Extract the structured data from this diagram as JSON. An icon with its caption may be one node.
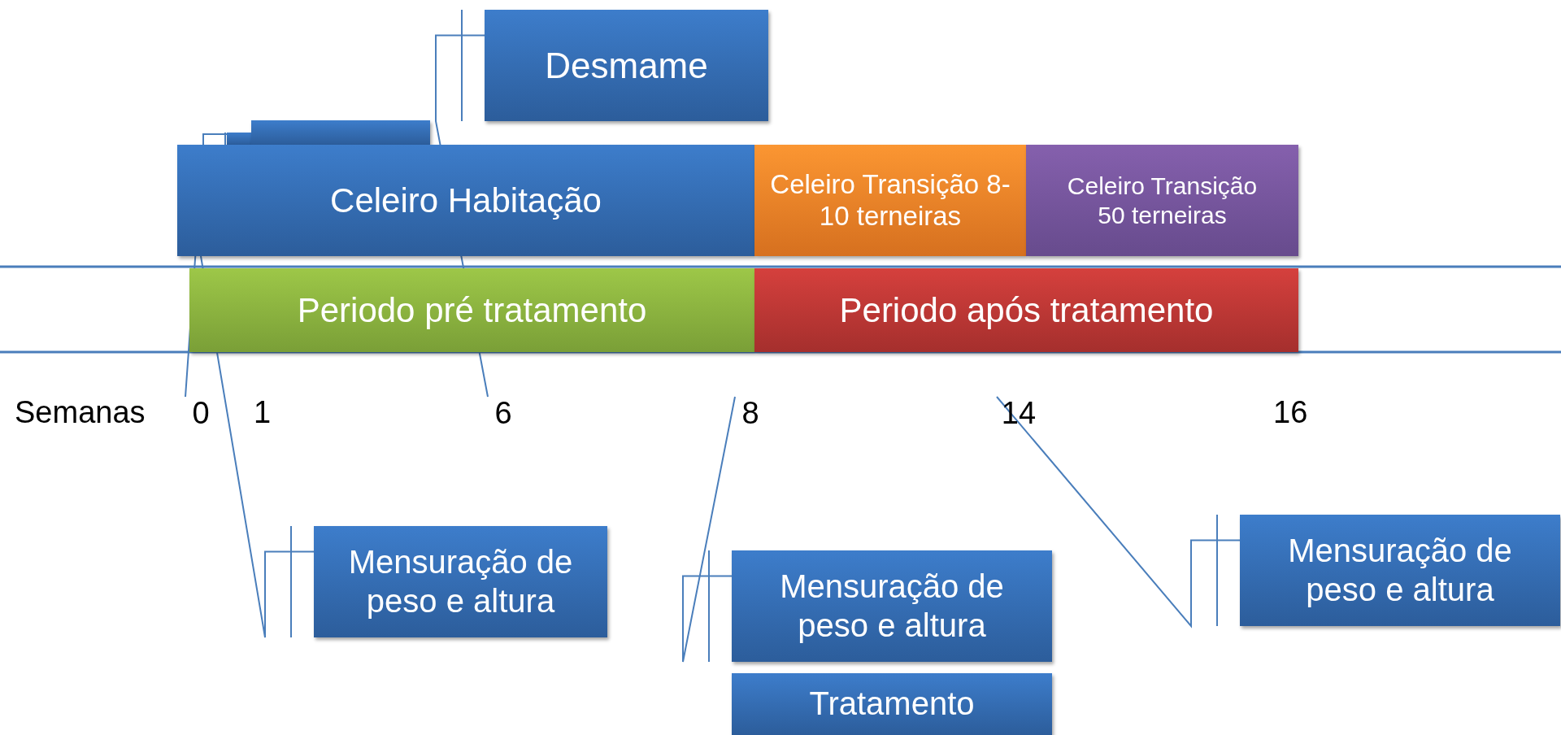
{
  "diagram": {
    "nodes": [
      {
        "text": [
          "Desmame"
        ]
      },
      {
        "text": [],
        "shape": "box"
      },
      {
        "text": [],
        "shape": "box"
      },
      {
        "text": [
          "Celeiro Habitação"
        ]
      },
      {
        "text": [
          "Celeiro Transição 8-10 terneiras"
        ]
      },
      {
        "text": [
          "Celeiro Transição 50 terneiras"
        ]
      },
      {
        "text": [
          "Periodo pré tratamento"
        ]
      },
      {
        "text": [
          "Periodo após tratamento"
        ]
      },
      {
        "text": [
          "0"
        ]
      },
      {
        "text": [
          "6"
        ]
      },
      {
        "text": [
          "8"
        ]
      },
      {
        "text": [
          "14"
        ]
      },
      {
        "text": [
          "Mensuração de peso e altura"
        ]
      },
      {
        "text": [
          "Mensuração de peso e altura"
        ]
      },
      {
        "text": [
          "Tratamento"
        ]
      },
      {
        "text": [
          "Mensuração de peso e altura"
        ]
      }
    ],
    "edges": [
      {
        "from": 0,
        "to": 9,
        "arrow": "none"
      },
      {
        "from": 1,
        "to": 8,
        "arrow": "none"
      },
      {
        "from": 12,
        "to": 3,
        "arrow": "none"
      },
      {
        "from": 13,
        "to": 10,
        "arrow": "none"
      },
      {
        "from": 15,
        "to": 11,
        "arrow": "none"
      }
    ],
    "labels": [
      "Semanas",
      "1",
      "16"
    ]
  }
}
